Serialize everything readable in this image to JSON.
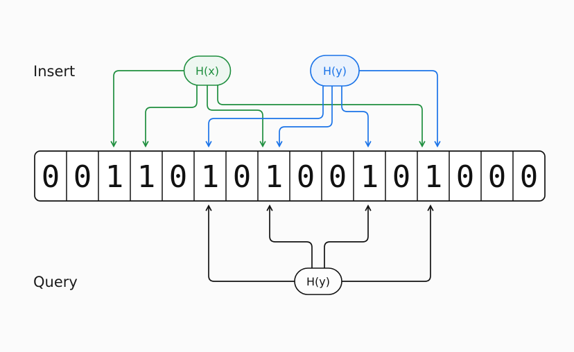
{
  "labels": {
    "insert": "Insert",
    "query": "Query"
  },
  "hash_nodes": {
    "insert_hx": {
      "label": "H(x)"
    },
    "insert_hy": {
      "label": "H(y)"
    },
    "query_hy": {
      "label": "H(y)"
    }
  },
  "bit_array": {
    "bits": [
      "0",
      "0",
      "1",
      "1",
      "0",
      "1",
      "0",
      "1",
      "0",
      "0",
      "1",
      "0",
      "1",
      "0",
      "0",
      "0"
    ],
    "hx_target_cells": [
      2,
      3,
      7,
      12
    ],
    "hy_target_cells": [
      5,
      7,
      10,
      12
    ],
    "query_target_cells": [
      5,
      7,
      10,
      12
    ]
  },
  "colors": {
    "insert_hx_green": "#1e8e3e",
    "insert_hy_blue": "#1a73e8",
    "query_black": "#111111",
    "background": "#fbfbfb"
  }
}
